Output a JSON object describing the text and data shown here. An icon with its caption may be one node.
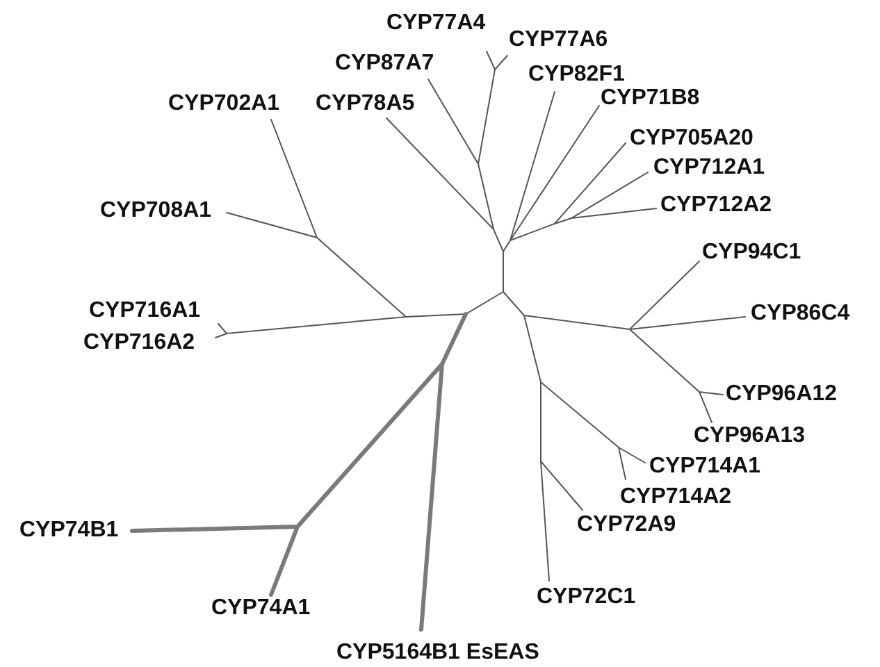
{
  "diagram": {
    "labels": [
      "CYP77A4",
      "CYP77A6",
      "CYP87A7",
      "CYP82F1",
      "CYP71B8",
      "CYP702A1",
      "CYP78A5",
      "CYP705A20",
      "CYP712A1",
      "CYP712A2",
      "CYP708A1",
      "CYP94C1",
      "CYP716A1",
      "CYP86C4",
      "CYP716A2",
      "CYP96A12",
      "CYP96A13",
      "CYP714A1",
      "CYP714A2",
      "CYP72A9",
      "CYP74B1",
      "CYP72C1",
      "CYP74A1",
      "CYP5164B1 EsEAS"
    ]
  }
}
